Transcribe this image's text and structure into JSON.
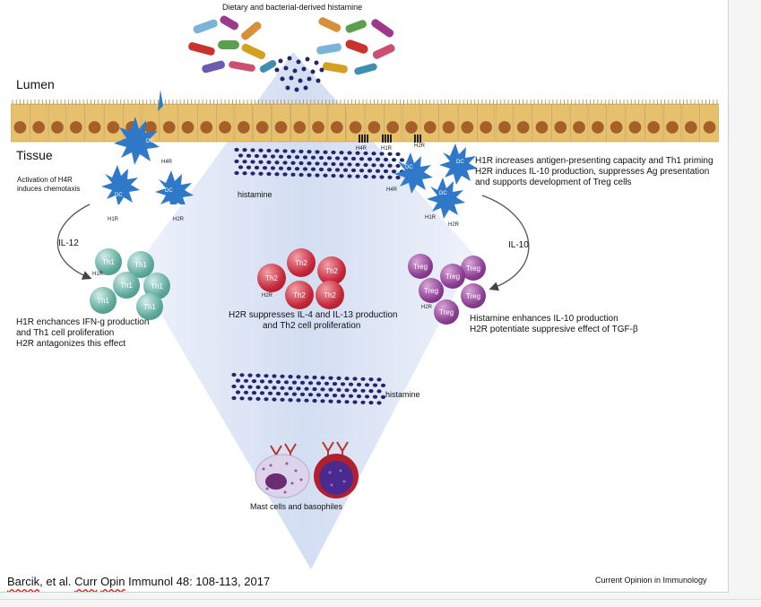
{
  "diagram": {
    "title_top": "Dietary and bacterial-derived histamine",
    "lumen_label": "Lumen",
    "tissue_label": "Tissue",
    "h4r_activation": [
      "Activation of H4R",
      "induces chemotaxis"
    ],
    "histamine_label_1": "histamine",
    "histamine_label_2": "histamine",
    "right_dc_text": [
      "H1R increases antigen-presenting capacity and Th1 priming",
      "H2R induces IL-10 production, suppresses Ag presentation",
      "and supports development of Treg cells"
    ],
    "il12_label": "IL-12",
    "il10_label": "IL-10",
    "th1_text": [
      "H1R enchances IFN-g production",
      "and Th1 cell proliferation",
      "H2R antagonizes this effect"
    ],
    "th2_text": [
      "H2R suppresses IL-4 and IL-13 production",
      "and Th2 cell proliferation"
    ],
    "treg_text": [
      "Histamine enhances IL-10 production",
      "H2R potentiate suppresive effect of TGF-β"
    ],
    "mast_label": "Mast cells and basophiles",
    "receptor_labels": {
      "h1r": "H1R",
      "h2r": "H2R",
      "h4r": "H4R"
    },
    "cell_labels": {
      "dc": "DC",
      "th1": "Th1",
      "th2": "Th2",
      "treg": "Treg"
    }
  },
  "footer": {
    "citation": "Barcik, et al. Curr Opin Immunol 48: 108-113, 2017",
    "citation_parts": [
      "Barcik",
      ", et al. ",
      "Curr",
      " ",
      "Opin",
      " Immunol 48: 108-113, 2017"
    ],
    "journal": "Current Opinion in Immunology"
  },
  "colors": {
    "dc": "#2f79c8",
    "th1": "#5ea89c",
    "th2": "#c4283a",
    "treg": "#8b3e92",
    "histamine": "#23266a",
    "epithelium": "#e7c06d",
    "nucleus": "#a5602a",
    "diamond": "#cfdaf0"
  }
}
